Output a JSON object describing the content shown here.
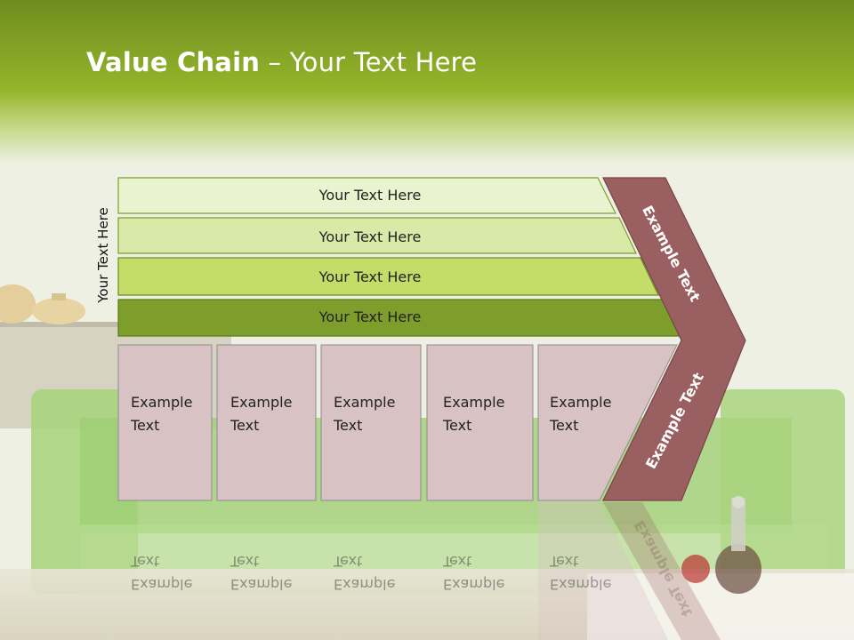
{
  "slide": {
    "title_bold": "Value Chain",
    "title_rest": " – Your Text Here",
    "side_label": "Your Text Here"
  },
  "rows": [
    {
      "label": "Your Text Here",
      "color": "#eaf3d0"
    },
    {
      "label": "Your Text Here",
      "color": "#d9eaa8"
    },
    {
      "label": "Your Text Here",
      "color": "#c4dc68"
    },
    {
      "label": "Your Text Here",
      "color": "#7e9e2c"
    }
  ],
  "cells": [
    {
      "line1": "Example",
      "line2": "Text"
    },
    {
      "line1": "Example",
      "line2": "Text"
    },
    {
      "line1": "Example",
      "line2": "Text"
    },
    {
      "line1": "Example",
      "line2": "Text"
    },
    {
      "line1": "Example",
      "line2": "Text"
    }
  ],
  "chevron": {
    "upper_label": "Example Text",
    "lower_label": "Example Text",
    "color": "#9a5f60"
  },
  "colors": {
    "header_green": "#8db22a",
    "cell_fill": "#d8c2c4"
  }
}
